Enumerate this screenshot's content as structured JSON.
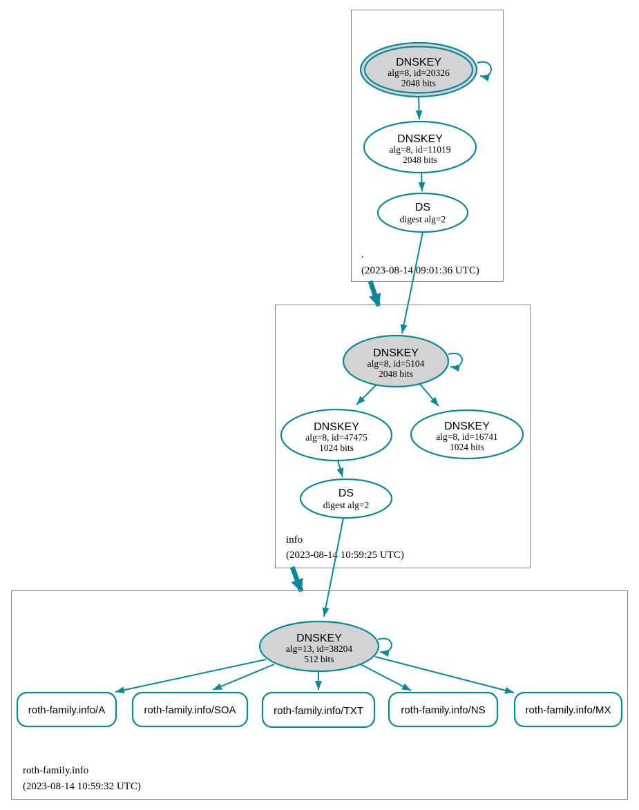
{
  "colors": {
    "edge_secure": "#0a879a",
    "ksk_fill": "#d3d3d3",
    "node_fill": "#ffffff",
    "zone_border": "#808080",
    "text": "#000000"
  },
  "zones": [
    {
      "label": ".",
      "timestamp": "(2023-08-14 09:01:36 UTC)",
      "nodes": {
        "ksk": {
          "title": "DNSKEY",
          "attr1": "alg=8, id=20326",
          "attr2": "2048 bits"
        },
        "zsk": {
          "title": "DNSKEY",
          "attr1": "alg=8, id=11019",
          "attr2": "2048 bits"
        },
        "ds": {
          "title": "DS",
          "attr1": "digest alg=2"
        }
      }
    },
    {
      "label": "info",
      "timestamp": "(2023-08-14 10:59:25 UTC)",
      "nodes": {
        "ksk": {
          "title": "DNSKEY",
          "attr1": "alg=8, id=5104",
          "attr2": "2048 bits"
        },
        "zsk1": {
          "title": "DNSKEY",
          "attr1": "alg=8, id=47475",
          "attr2": "1024 bits"
        },
        "zsk2": {
          "title": "DNSKEY",
          "attr1": "alg=8, id=16741",
          "attr2": "1024 bits"
        },
        "ds": {
          "title": "DS",
          "attr1": "digest alg=2"
        }
      }
    },
    {
      "label": "roth-family.info",
      "timestamp": "(2023-08-14 10:59:32 UTC)",
      "nodes": {
        "ksk": {
          "title": "DNSKEY",
          "attr1": "alg=13, id=38204",
          "attr2": "512 bits"
        }
      },
      "rrsets": [
        "roth-family.info/A",
        "roth-family.info/SOA",
        "roth-family.info/TXT",
        "roth-family.info/NS",
        "roth-family.info/MX"
      ]
    }
  ]
}
